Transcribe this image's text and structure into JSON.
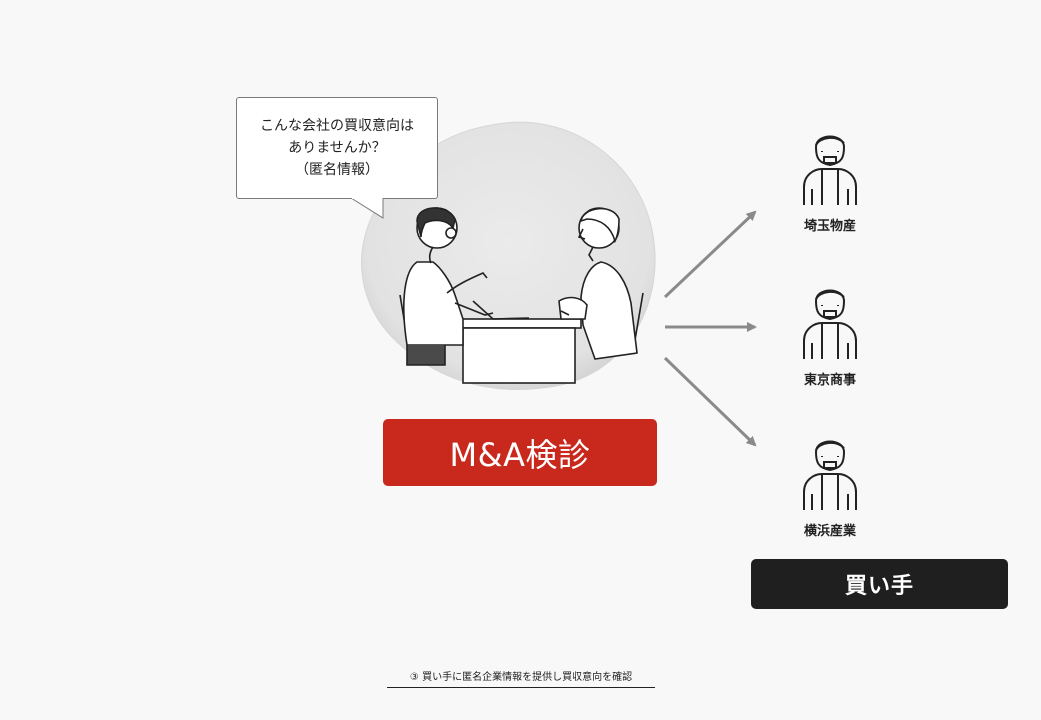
{
  "bubble": {
    "line1": "こんな会社の買収意向は",
    "line2": "ありませんか？",
    "line3": "（匿名情報）"
  },
  "ma_button": {
    "label": "M&A検診"
  },
  "buyers": [
    {
      "name": "埼玉物産"
    },
    {
      "name": "東京商事"
    },
    {
      "name": "横浜産業"
    }
  ],
  "buyer_button": {
    "label": "買い手"
  },
  "caption": "③ 買い手に匿名企業情報を提供し買収意向を確認",
  "colors": {
    "accent_red": "#c8291c",
    "dark": "#1f1f1f",
    "arrow_gray": "#8a8a8a",
    "blob_gray": "#e6e6e6"
  }
}
